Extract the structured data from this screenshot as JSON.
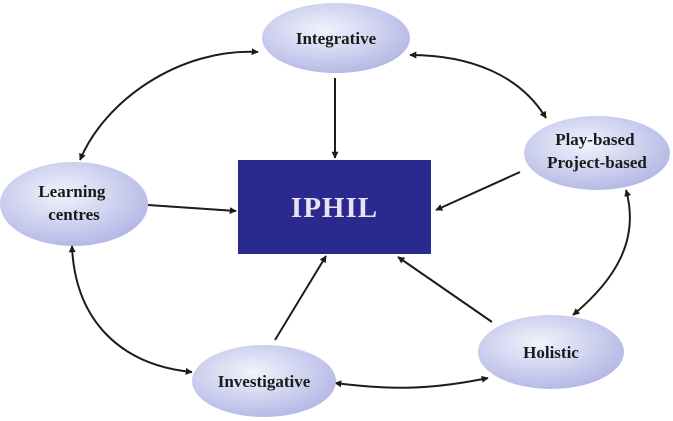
{
  "diagram": {
    "center": {
      "label": "IPHIL"
    },
    "nodes": {
      "integrative": {
        "label": "Integrative"
      },
      "play_project": {
        "lines": [
          "Play-based",
          "Project-based"
        ]
      },
      "learning_centres": {
        "lines": [
          "Learning",
          "centres"
        ]
      },
      "investigative": {
        "label": "Investigative"
      },
      "holistic": {
        "label": "Holistic"
      }
    }
  },
  "colors": {
    "center_fill": "#2a2a8e",
    "node_fill_light": "#eef0fb",
    "node_fill_dark": "#b7bbe6",
    "arrow": "#1c1c1c"
  }
}
